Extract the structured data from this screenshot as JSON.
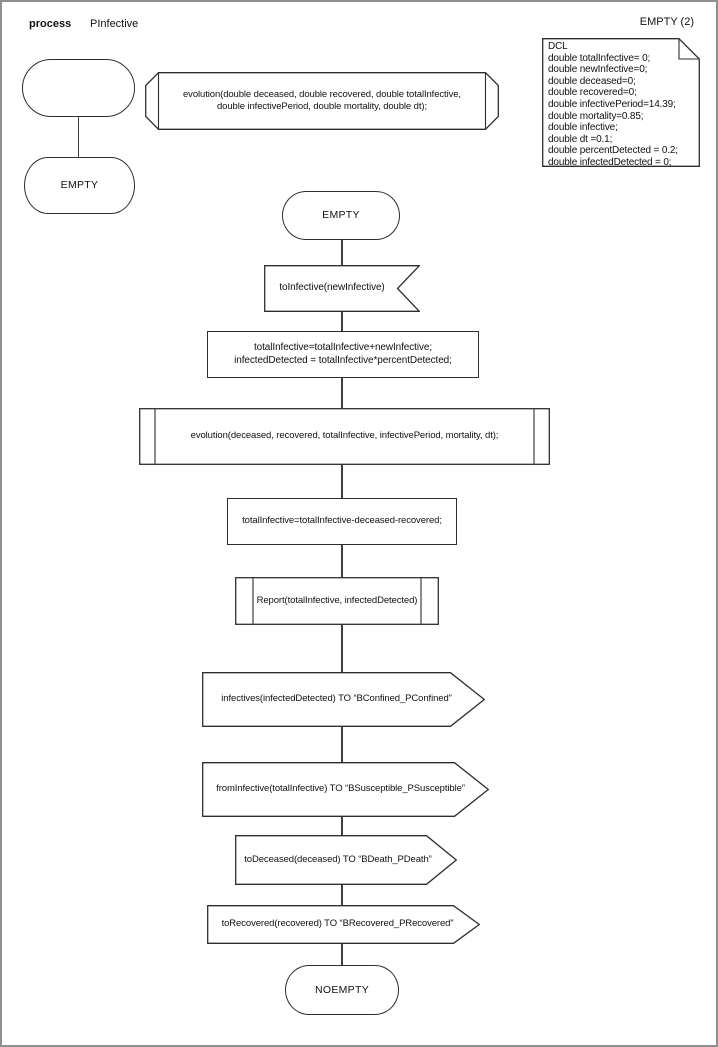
{
  "header": {
    "kind": "process",
    "name": "PInfective",
    "page": "EMPTY (2)"
  },
  "colors": {
    "outline": "#2e2e2e",
    "page_border": "#8f8f8f",
    "background": "#ffffff"
  },
  "declaration_note": {
    "lines": [
      "DCL",
      "double totalInfective= 0;",
      "double newInfective=0;",
      "double deceased=0;",
      "double recovered=0;",
      "double infectivePeriod=14.39;",
      "double mortality=0.85;",
      "double infective;",
      "double dt =0.1;",
      "double percentDetected = 0.2;",
      "double infectedDetected = 0;"
    ]
  },
  "procedure_declaration": {
    "lines": [
      "evolution(double deceased, double recovered, double totalInfective,",
      "double infectivePeriod, double mortality, double dt);"
    ]
  },
  "start_section": {
    "initial_state": "EMPTY"
  },
  "flow": {
    "state_top": "EMPTY",
    "input_signal": "toInfective(newInfective)",
    "task_update": {
      "lines": [
        "totalInfective=totalInfective+newInfective;",
        "infectedDetected = totalInfective*percentDetected;"
      ]
    },
    "procedure_call": "evolution(deceased, recovered, totalInfective, infectivePeriod, mortality, dt);",
    "task_adjust": "totalInfective=totalInfective-deceased-recovered;",
    "report_call": "Report(totalInfective, infectedDetected)",
    "output_confined": "infectives(infectedDetected) TO “BConfined_PConfined”",
    "output_susceptible": "fromInfective(totalInfective) TO “BSusceptible_PSusceptible”",
    "output_death": "toDeceased(deceased) TO “BDeath_PDeath”",
    "output_recovered": "toRecovered(recovered) TO “BRecovered_PRecovered”",
    "state_end": "NOEMPTY"
  }
}
